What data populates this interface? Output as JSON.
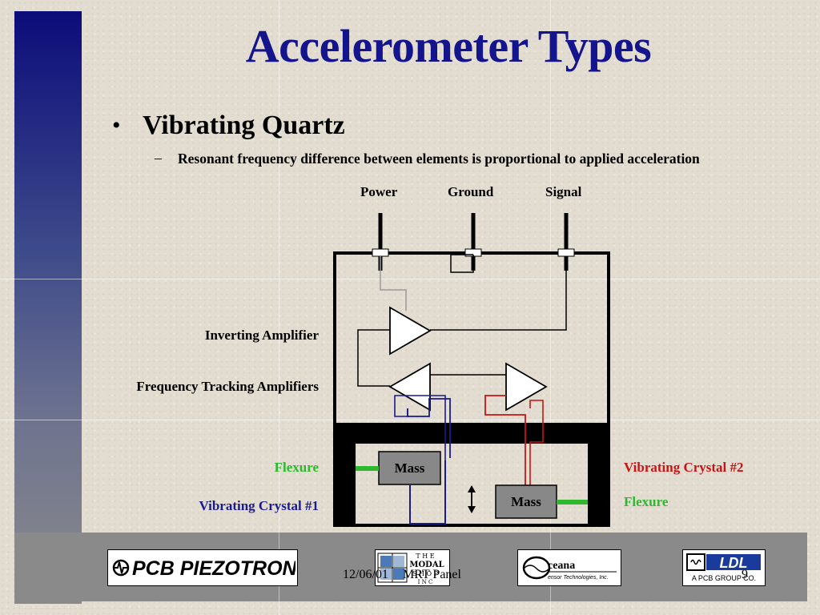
{
  "slide": {
    "title": "Accelerometer Types",
    "bullet": "Vibrating Quartz",
    "bullet_marker": "•",
    "sub_marker": "–",
    "sub_bullet": "Resonant frequency difference between elements is proportional to applied acceleration"
  },
  "diagram": {
    "pins": [
      "Power",
      "Ground",
      "Signal"
    ],
    "inverting_amplifier": "Inverting Amplifier",
    "frequency_tracking": "Frequency Tracking Amplifiers",
    "flexure_left": "Flexure",
    "flexure_right": "Flexure",
    "crystal_1": "Vibrating Crystal #1",
    "crystal_2": "Vibrating Crystal #2",
    "mass_1": "Mass",
    "mass_2": "Mass",
    "colors": {
      "flexure": "#2db82d",
      "crystal_1": "#1a1a8c",
      "crystal_2": "#c81414",
      "title": "#14148c"
    }
  },
  "footer": {
    "date": "12/06/01",
    "panel": "MRT Panel",
    "page": "9",
    "logos": {
      "pcb": "PCB PIEZOTRONICS",
      "modal_letters": [
        "T",
        "H",
        "E",
        "MODAL",
        "S",
        "H",
        "O",
        "P",
        "I",
        "N",
        "C"
      ],
      "oceana_main": "ceana",
      "oceana_sub": "ensor Technologies, Inc.",
      "ldl_main": "LDL",
      "ldl_sub": "A PCB GROUP CO."
    }
  }
}
